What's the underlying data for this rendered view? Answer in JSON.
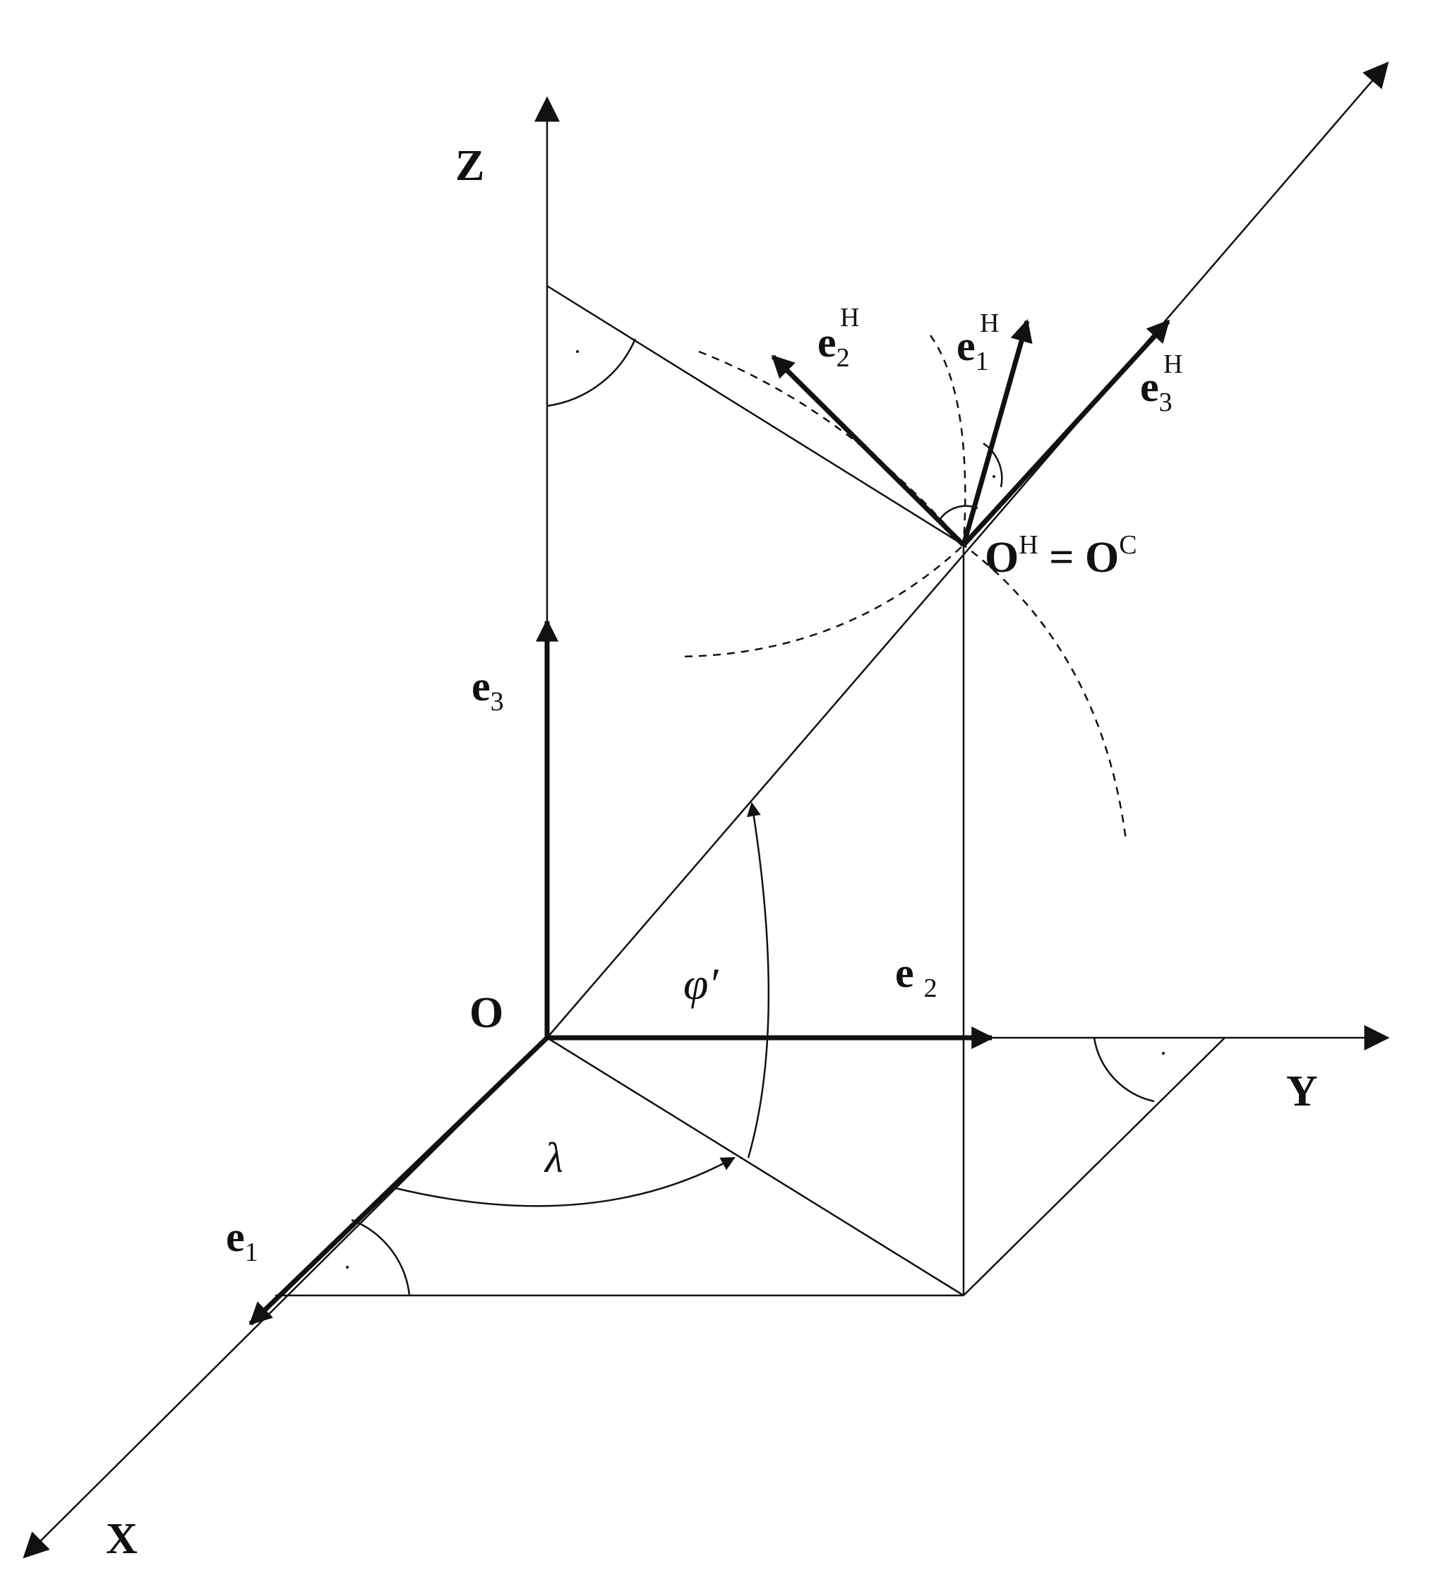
{
  "labels": {
    "z_axis": "Z",
    "y_axis": "Y",
    "x_axis": "X",
    "origin": "O",
    "e1": {
      "base": "e",
      "sub": "1"
    },
    "e2": {
      "base": "e",
      "sub": "2"
    },
    "e3": {
      "base": "e",
      "sub": "3"
    },
    "e1H": {
      "base": "e",
      "sub": "1",
      "sup": "H"
    },
    "e2H": {
      "base": "e",
      "sub": "2",
      "sup": "H"
    },
    "e3H": {
      "base": "e",
      "sub": "3",
      "sup": "H"
    },
    "point": {
      "o1": "O",
      "sup1": "H",
      "eq": " = ",
      "o2": "O",
      "sup2": "C"
    },
    "lambda": "λ",
    "phi_prime": "φ′"
  },
  "colors": {
    "stroke": "#111111",
    "background": "#ffffff"
  }
}
